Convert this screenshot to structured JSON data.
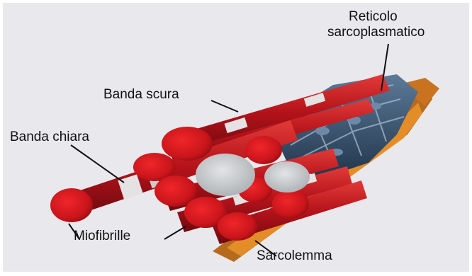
{
  "labels": {
    "reticolo_line1": "Reticolo",
    "reticolo_line2": "sarcoplasmatico",
    "banda_scura": "Banda scura",
    "banda_chiara": "Banda chiara",
    "miofibrille": "Miofibrille",
    "sarcolemma": "Sarcolemma"
  },
  "colors": {
    "myofibril_red": "#c8151b",
    "myofibril_dark": "#7a0a0e",
    "light_band": "#e4e2e2",
    "reticulum_blue": "#33506e",
    "sarcolemma_orange": "#d67a1c",
    "panel_bg": "#e9e8ec"
  }
}
